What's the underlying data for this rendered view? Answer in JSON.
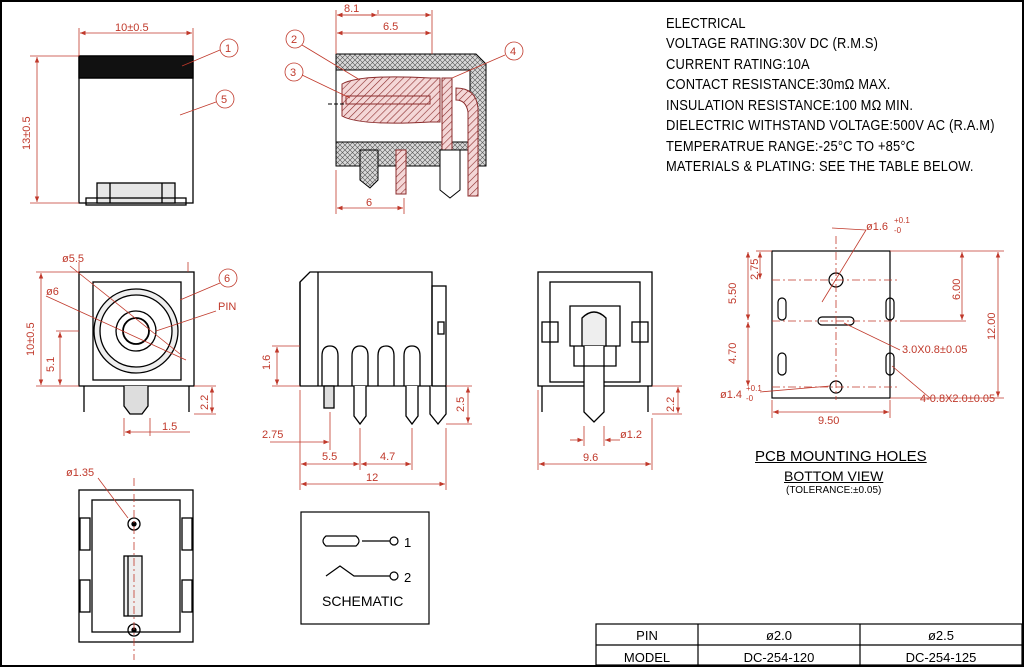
{
  "electrical": {
    "heading": "ELECTRICAL",
    "lines": [
      "VOLTAGE RATING:30V DC (R.M.S)",
      "CURRENT RATING:10A",
      "CONTACT RESISTANCE:30mΩ MAX.",
      "INSULATION RESISTANCE:100 MΩ MIN.",
      "DIELECTRIC WITHSTAND VOLTAGE:500V AC (R.A.M)",
      "TEMPERATRUE RANGE:-25°C TO +85°C",
      "MATERIALS & PLATING: SEE THE TABLE BELOW."
    ]
  },
  "pcb": {
    "title": "PCB MOUNTING HOLES",
    "subtitle": "BOTTOM VIEW",
    "tolerance": "(TOLERANCE:±0.05)",
    "dims": {
      "hole_d": "ø1.6",
      "hole_d_tol_plus": "+0.1",
      "hole_d_tol_minus": "-0",
      "pin_d": "ø1.4",
      "pin_d_tol_plus": "+0.1",
      "pin_d_tol_minus": "-0",
      "slot_center": "3.0X0.8±0.05",
      "slot_side": "4-0.8X2.0±0.05",
      "v_275": "2.75",
      "v_550": "5.50",
      "v_470": "4.70",
      "v_600": "6.00",
      "v_1200": "12.00",
      "w_950": "9.50"
    }
  },
  "front_view": {
    "width": "10±0.5",
    "height": "13±0.5",
    "callouts": [
      "1",
      "5"
    ]
  },
  "side_section": {
    "d81": "8.1",
    "d65": "6.5",
    "d6": "6",
    "callouts": [
      "2",
      "3",
      "4"
    ]
  },
  "face_view": {
    "d55": "ø5.5",
    "d6": "ø6",
    "h10": "10±0.5",
    "d51": "5.1",
    "d22": "2.2",
    "d15": "1.5",
    "pin_label": "PIN",
    "callout": "6"
  },
  "side_view": {
    "d16": "1.6",
    "d275": "2.75",
    "d55": "5.5",
    "d47": "4.7",
    "d12": "12",
    "d25": "2.5"
  },
  "back_view": {
    "d22": "2.2",
    "d12": "ø1.2",
    "d96": "9.6"
  },
  "bottom_view": {
    "d135": "ø1.35"
  },
  "schematic": {
    "title": "SCHEMATIC",
    "pin1": "1",
    "pin2": "2"
  },
  "model_table": {
    "row_labels": [
      "PIN",
      "MODEL"
    ],
    "columns": [
      {
        "pin": "ø2.0",
        "model": "DC-254-120"
      },
      {
        "pin": "ø2.5",
        "model": "DC-254-125"
      }
    ]
  }
}
